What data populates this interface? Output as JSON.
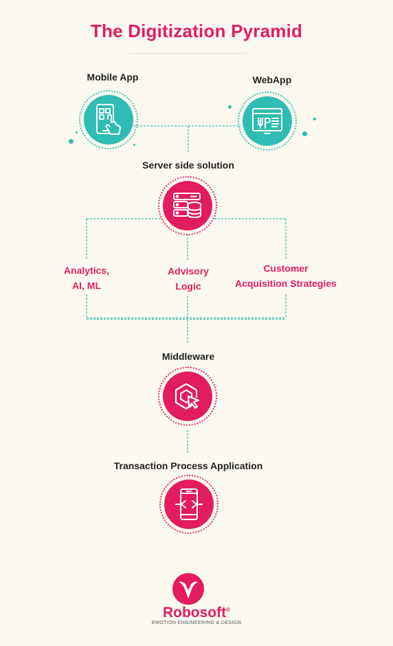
{
  "title": "The Digitization Pyramid",
  "nodes": {
    "mobile_app": "Mobile App",
    "webapp": "WebApp",
    "server_side": "Server side solution",
    "middleware": "Middleware",
    "transaction": "Transaction Process Application"
  },
  "branches": {
    "analytics_line1": "Analytics,",
    "analytics_line2": "AI, ML",
    "advisory_line1": "Advisory",
    "advisory_line2": "Logic",
    "customer_line1": "Customer",
    "customer_line2": "Acquisition Strategies"
  },
  "brand": {
    "name": "Robosoft",
    "registered": "®",
    "tagline": "EMOTION ENGINEERING & DESIGN"
  },
  "colors": {
    "accent_pink": "#e31c5f",
    "accent_teal": "#2fbcb2",
    "background": "#fcf9f1"
  },
  "icons": {
    "mobile_app": "touch-phone-icon",
    "webapp": "web-browser-icon",
    "server_side": "server-database-icon",
    "middleware": "cursor-cube-icon",
    "transaction": "phone-code-icon"
  }
}
